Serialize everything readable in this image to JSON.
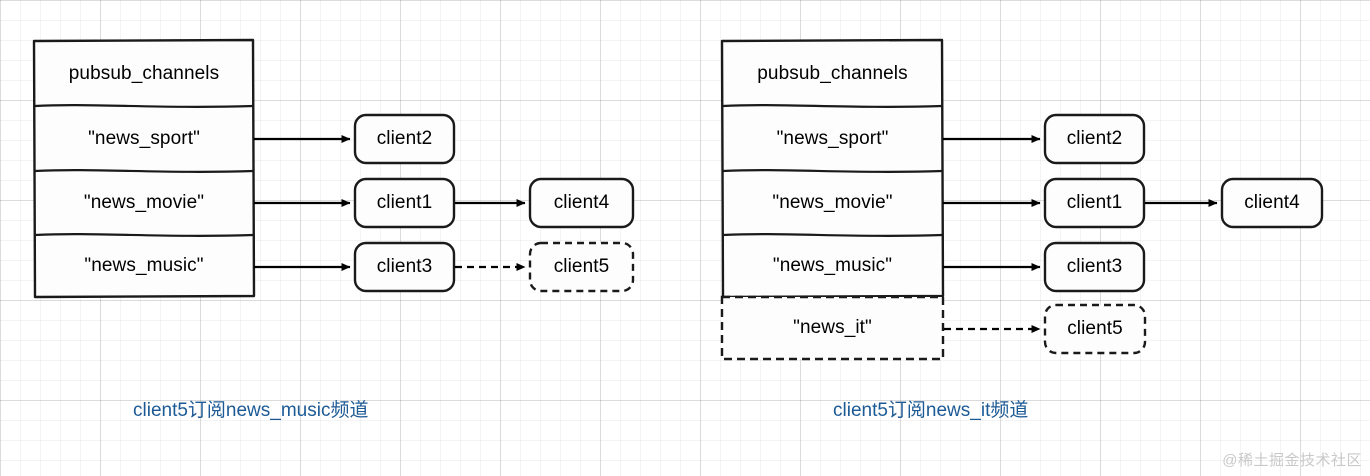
{
  "page": {
    "background": "#ffffff",
    "grid_color": "#e8e8e8",
    "stroke_color": "#000000",
    "text_color": "#000000",
    "caption_color": "#1c5a96",
    "watermark_color": "#c9c9c9"
  },
  "left_diagram": {
    "table": {
      "header": "pubsub_channels",
      "rows": [
        {
          "label": "\"news_sport\"",
          "style": "solid"
        },
        {
          "label": "\"news_movie\"",
          "style": "solid"
        },
        {
          "label": "\"news_music\"",
          "style": "solid"
        }
      ]
    },
    "clients": [
      {
        "label": "client2",
        "style": "solid"
      },
      {
        "label": "client1",
        "style": "solid"
      },
      {
        "label": "client3",
        "style": "solid"
      },
      {
        "label": "client4",
        "style": "solid"
      },
      {
        "label": "client5",
        "style": "dashed"
      }
    ],
    "edges": [
      {
        "from": "\"news_sport\"",
        "to": "client2",
        "style": "solid"
      },
      {
        "from": "\"news_movie\"",
        "to": "client1",
        "style": "solid"
      },
      {
        "from": "\"news_music\"",
        "to": "client3",
        "style": "solid"
      },
      {
        "from": "client1",
        "to": "client4",
        "style": "solid"
      },
      {
        "from": "client3",
        "to": "client5",
        "style": "dashed"
      }
    ],
    "caption": "client5订阅news_music频道"
  },
  "right_diagram": {
    "table": {
      "header": "pubsub_channels",
      "rows": [
        {
          "label": "\"news_sport\"",
          "style": "solid"
        },
        {
          "label": "\"news_movie\"",
          "style": "solid"
        },
        {
          "label": "\"news_music\"",
          "style": "solid"
        },
        {
          "label": "\"news_it\"",
          "style": "dashed"
        }
      ]
    },
    "clients": [
      {
        "label": "client2",
        "style": "solid"
      },
      {
        "label": "client1",
        "style": "solid"
      },
      {
        "label": "client3",
        "style": "solid"
      },
      {
        "label": "client4",
        "style": "solid"
      },
      {
        "label": "client5",
        "style": "dashed"
      }
    ],
    "edges": [
      {
        "from": "\"news_sport\"",
        "to": "client2",
        "style": "solid"
      },
      {
        "from": "\"news_movie\"",
        "to": "client1",
        "style": "solid"
      },
      {
        "from": "\"news_music\"",
        "to": "client3",
        "style": "solid"
      },
      {
        "from": "client1",
        "to": "client4",
        "style": "solid"
      },
      {
        "from": "\"news_it\"",
        "to": "client5",
        "style": "dashed"
      }
    ],
    "caption": "client5订阅news_it频道"
  },
  "watermark": "@稀土掘金技术社区"
}
